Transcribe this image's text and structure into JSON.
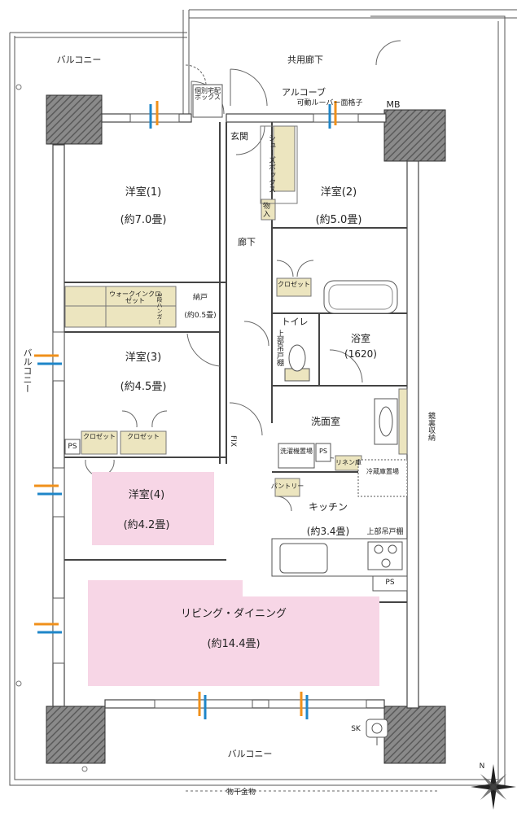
{
  "plan": {
    "balcony_top": "バルコニー",
    "shared_corridor": "共用廊下",
    "alcove": "アルコーブ",
    "louver_lattice": "可動ルーバー面格子",
    "mb": "MB",
    "delivery_box": "個別宅配ボックス",
    "entrance": "玄関",
    "shoe_box": "シューズボックス",
    "storage_small": "物入",
    "hallway": "廊下",
    "room1_name": "洋室(1)",
    "room1_size": "(約7.0畳)",
    "room2_name": "洋室(2)",
    "room2_size": "(約5.0畳)",
    "walkin_closet": "ウォークインクロゼット",
    "shelf_2tier": "2段ハンガー",
    "storage_name": "納戸",
    "storage_size": "(約0.5畳)",
    "closet_r2": "クロゼット",
    "toilet": "トイレ",
    "upper_cabinet_toilet": "上部吊戸棚",
    "bath_name": "浴室",
    "bath_size": "(1620)",
    "balcony_left": "バルコニー",
    "room3_name": "洋室(3)",
    "room3_size": "(約4.5畳)",
    "washroom": "洗面室",
    "mirror_storage": "鏡裏収納",
    "closet_a": "クロゼット",
    "closet_b": "クロゼット",
    "ps_left": "PS",
    "fix": "FIX",
    "washer_space": "洗濯機置場",
    "ps_wash": "PS",
    "linen": "リネン庫",
    "fridge_space": "冷蔵庫置場",
    "pantry": "パントリー",
    "room4_name": "洋室(4)",
    "room4_size": "(約4.2畳)",
    "kitchen_name": "キッチン",
    "kitchen_size": "(約3.4畳)",
    "upper_cabinet_kitchen": "上部吊戸棚",
    "ps_kitchen": "PS",
    "ldk_name": "リビング・ダイニング",
    "ldk_size": "(約14.4畳)",
    "sk": "SK",
    "balcony_bottom": "バルコニー",
    "laundry_rail": "物干金物",
    "north_marker": "N"
  },
  "colors": {
    "wall": "#606060",
    "wall_outline": "#333333",
    "pink_room": "#f7d6e6",
    "storage_yellow": "#ece5bf",
    "vent_orange": "#f0901a",
    "vent_blue": "#1e86c8"
  }
}
